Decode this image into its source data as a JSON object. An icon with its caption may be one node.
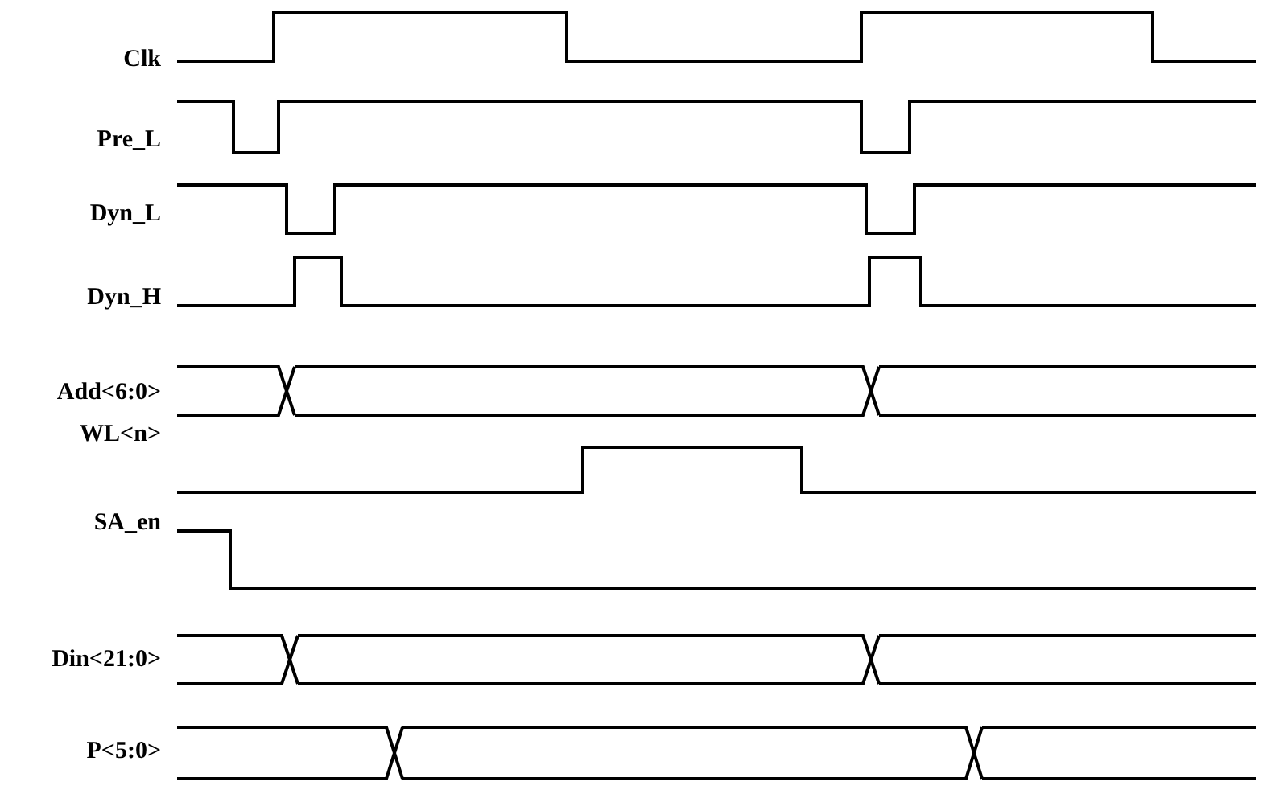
{
  "diagram": {
    "labels": [
      "Clk",
      "Pre_L",
      "Dyn_L",
      "Dyn_H",
      "Add<6:0>",
      "WL<n>",
      "SA_en",
      "Din<21:0>",
      "P<5:0>"
    ]
  }
}
